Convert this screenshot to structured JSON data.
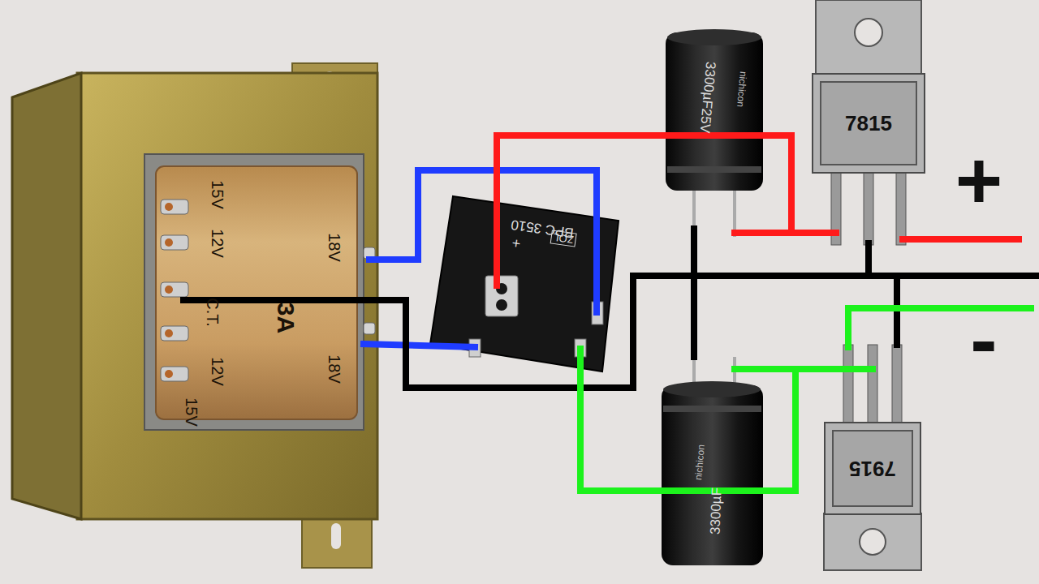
{
  "diagram": {
    "nodes": [
      {
        "text": [
          "7815"
        ]
      },
      {
        "text": [
          "7915"
        ]
      }
    ],
    "labels": [
      "15V",
      "12V",
      "C.T.",
      "12V",
      "15V",
      "18V",
      "3A",
      "18V",
      "BPC 3510",
      "+",
      "ZOL",
      "3300µF25V",
      "nichicon",
      "nichicon",
      "3300µF",
      "+",
      "-"
    ]
  }
}
